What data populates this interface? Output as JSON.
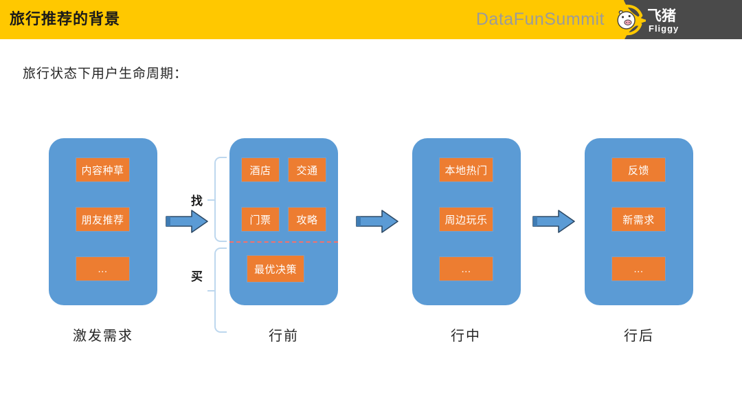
{
  "header": {
    "title": "旅行推荐的背景",
    "brand": "DataFunSummit",
    "logo_name": "fliggy-logo",
    "logo_cn": "飞猪",
    "logo_en": "Fliggy",
    "yellow": "#FFC800",
    "dark": "#4a4a4a",
    "brand_color": "#9b9b9b"
  },
  "slide": {
    "subtitle": "旅行状态下用户生命周期：",
    "box_color": "#5B9BD5",
    "chip_color": "#ED7D31",
    "separator_color": "#F4716A",
    "brace_color": "#BDD7EE"
  },
  "stages": [
    {
      "caption": "激发需求",
      "chips": [
        "内容种草",
        "朋友推荐",
        "..."
      ]
    },
    {
      "caption": "行前",
      "group_find_label": "找",
      "group_buy_label": "买",
      "find_chips": [
        "酒店",
        "交通",
        "门票",
        "攻略"
      ],
      "buy_chips": [
        "最优决策"
      ]
    },
    {
      "caption": "行中",
      "chips": [
        "本地热门",
        "周边玩乐",
        "..."
      ]
    },
    {
      "caption": "行后",
      "chips": [
        "反馈",
        "新需求",
        "..."
      ]
    }
  ],
  "arrows": [
    {
      "name": "arrow-1"
    },
    {
      "name": "arrow-2"
    },
    {
      "name": "arrow-3"
    }
  ]
}
